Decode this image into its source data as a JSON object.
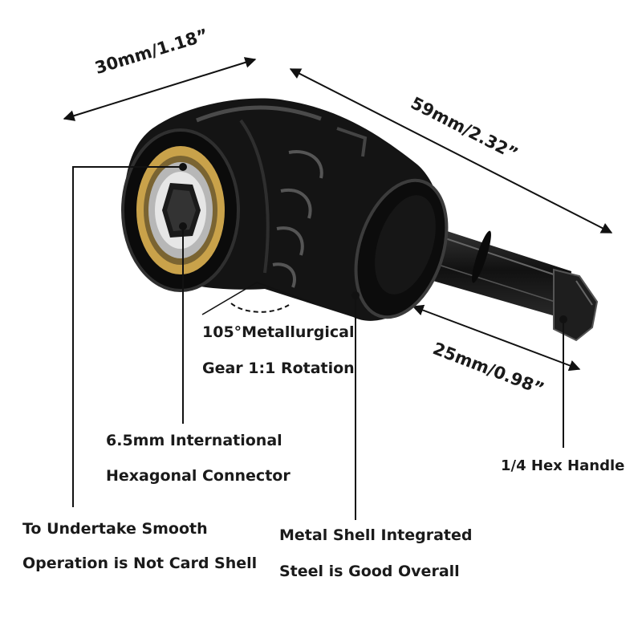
{
  "colors": {
    "tool_body": "#151515",
    "tool_highlight": "#4a4a4a",
    "bearing_gold": "#c9a24a",
    "leader_line": "#111111",
    "background": "#ffffff"
  },
  "dimensions": {
    "width_head": "30mm/1.18”",
    "length_total": "59mm/2.32”",
    "length_shaft": "25mm/0.98”"
  },
  "callouts": {
    "angle_line1": "105°Metallurgical",
    "angle_line2": "Gear 1:1 Rotation",
    "connector_line1": "6.5mm International",
    "connector_line2": "Hexagonal Connector",
    "handle": "1/4 Hex Handle",
    "operation_line1": "To Undertake Smooth",
    "operation_line2": "Operation is Not Card Shell",
    "shell_line1": "Metal Shell Integrated",
    "shell_line2": "Steel is Good Overall"
  }
}
